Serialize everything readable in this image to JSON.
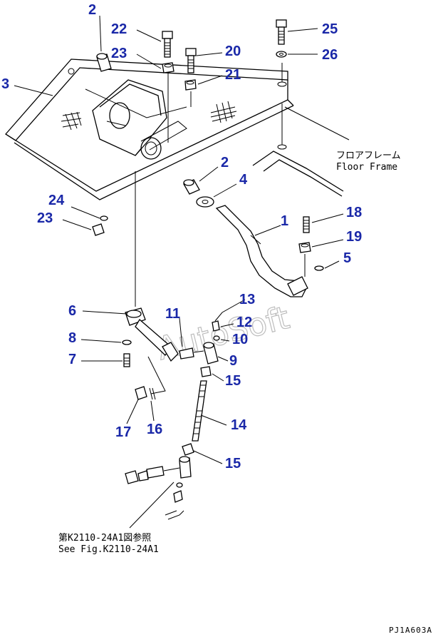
{
  "callouts": [
    {
      "id": "c2a",
      "text": "2"
    },
    {
      "id": "c22",
      "text": "22"
    },
    {
      "id": "c23a",
      "text": "23"
    },
    {
      "id": "c20",
      "text": "20"
    },
    {
      "id": "c21",
      "text": "21"
    },
    {
      "id": "c25",
      "text": "25"
    },
    {
      "id": "c26",
      "text": "26"
    },
    {
      "id": "c3",
      "text": "3"
    },
    {
      "id": "c2b",
      "text": "2"
    },
    {
      "id": "c4",
      "text": "4"
    },
    {
      "id": "c24",
      "text": "24"
    },
    {
      "id": "c23b",
      "text": "23"
    },
    {
      "id": "c1",
      "text": "1"
    },
    {
      "id": "c18",
      "text": "18"
    },
    {
      "id": "c19",
      "text": "19"
    },
    {
      "id": "c5",
      "text": "5"
    },
    {
      "id": "c13",
      "text": "13"
    },
    {
      "id": "c6",
      "text": "6"
    },
    {
      "id": "c11",
      "text": "11"
    },
    {
      "id": "c12",
      "text": "12"
    },
    {
      "id": "c10",
      "text": "10"
    },
    {
      "id": "c8",
      "text": "8"
    },
    {
      "id": "c9",
      "text": "9"
    },
    {
      "id": "c7",
      "text": "7"
    },
    {
      "id": "c15a",
      "text": "15"
    },
    {
      "id": "c14",
      "text": "14"
    },
    {
      "id": "c17",
      "text": "17"
    },
    {
      "id": "c16",
      "text": "16"
    },
    {
      "id": "c15b",
      "text": "15"
    }
  ],
  "notes": {
    "floor_frame_jp": "フロアフレーム",
    "floor_frame_en": "Floor Frame",
    "ref_jp": "第K2110-24A1図参照",
    "ref_en": "See Fig.K2110-24A1"
  },
  "watermark": "AutoSoft",
  "drawing_code": "PJ1A603A"
}
